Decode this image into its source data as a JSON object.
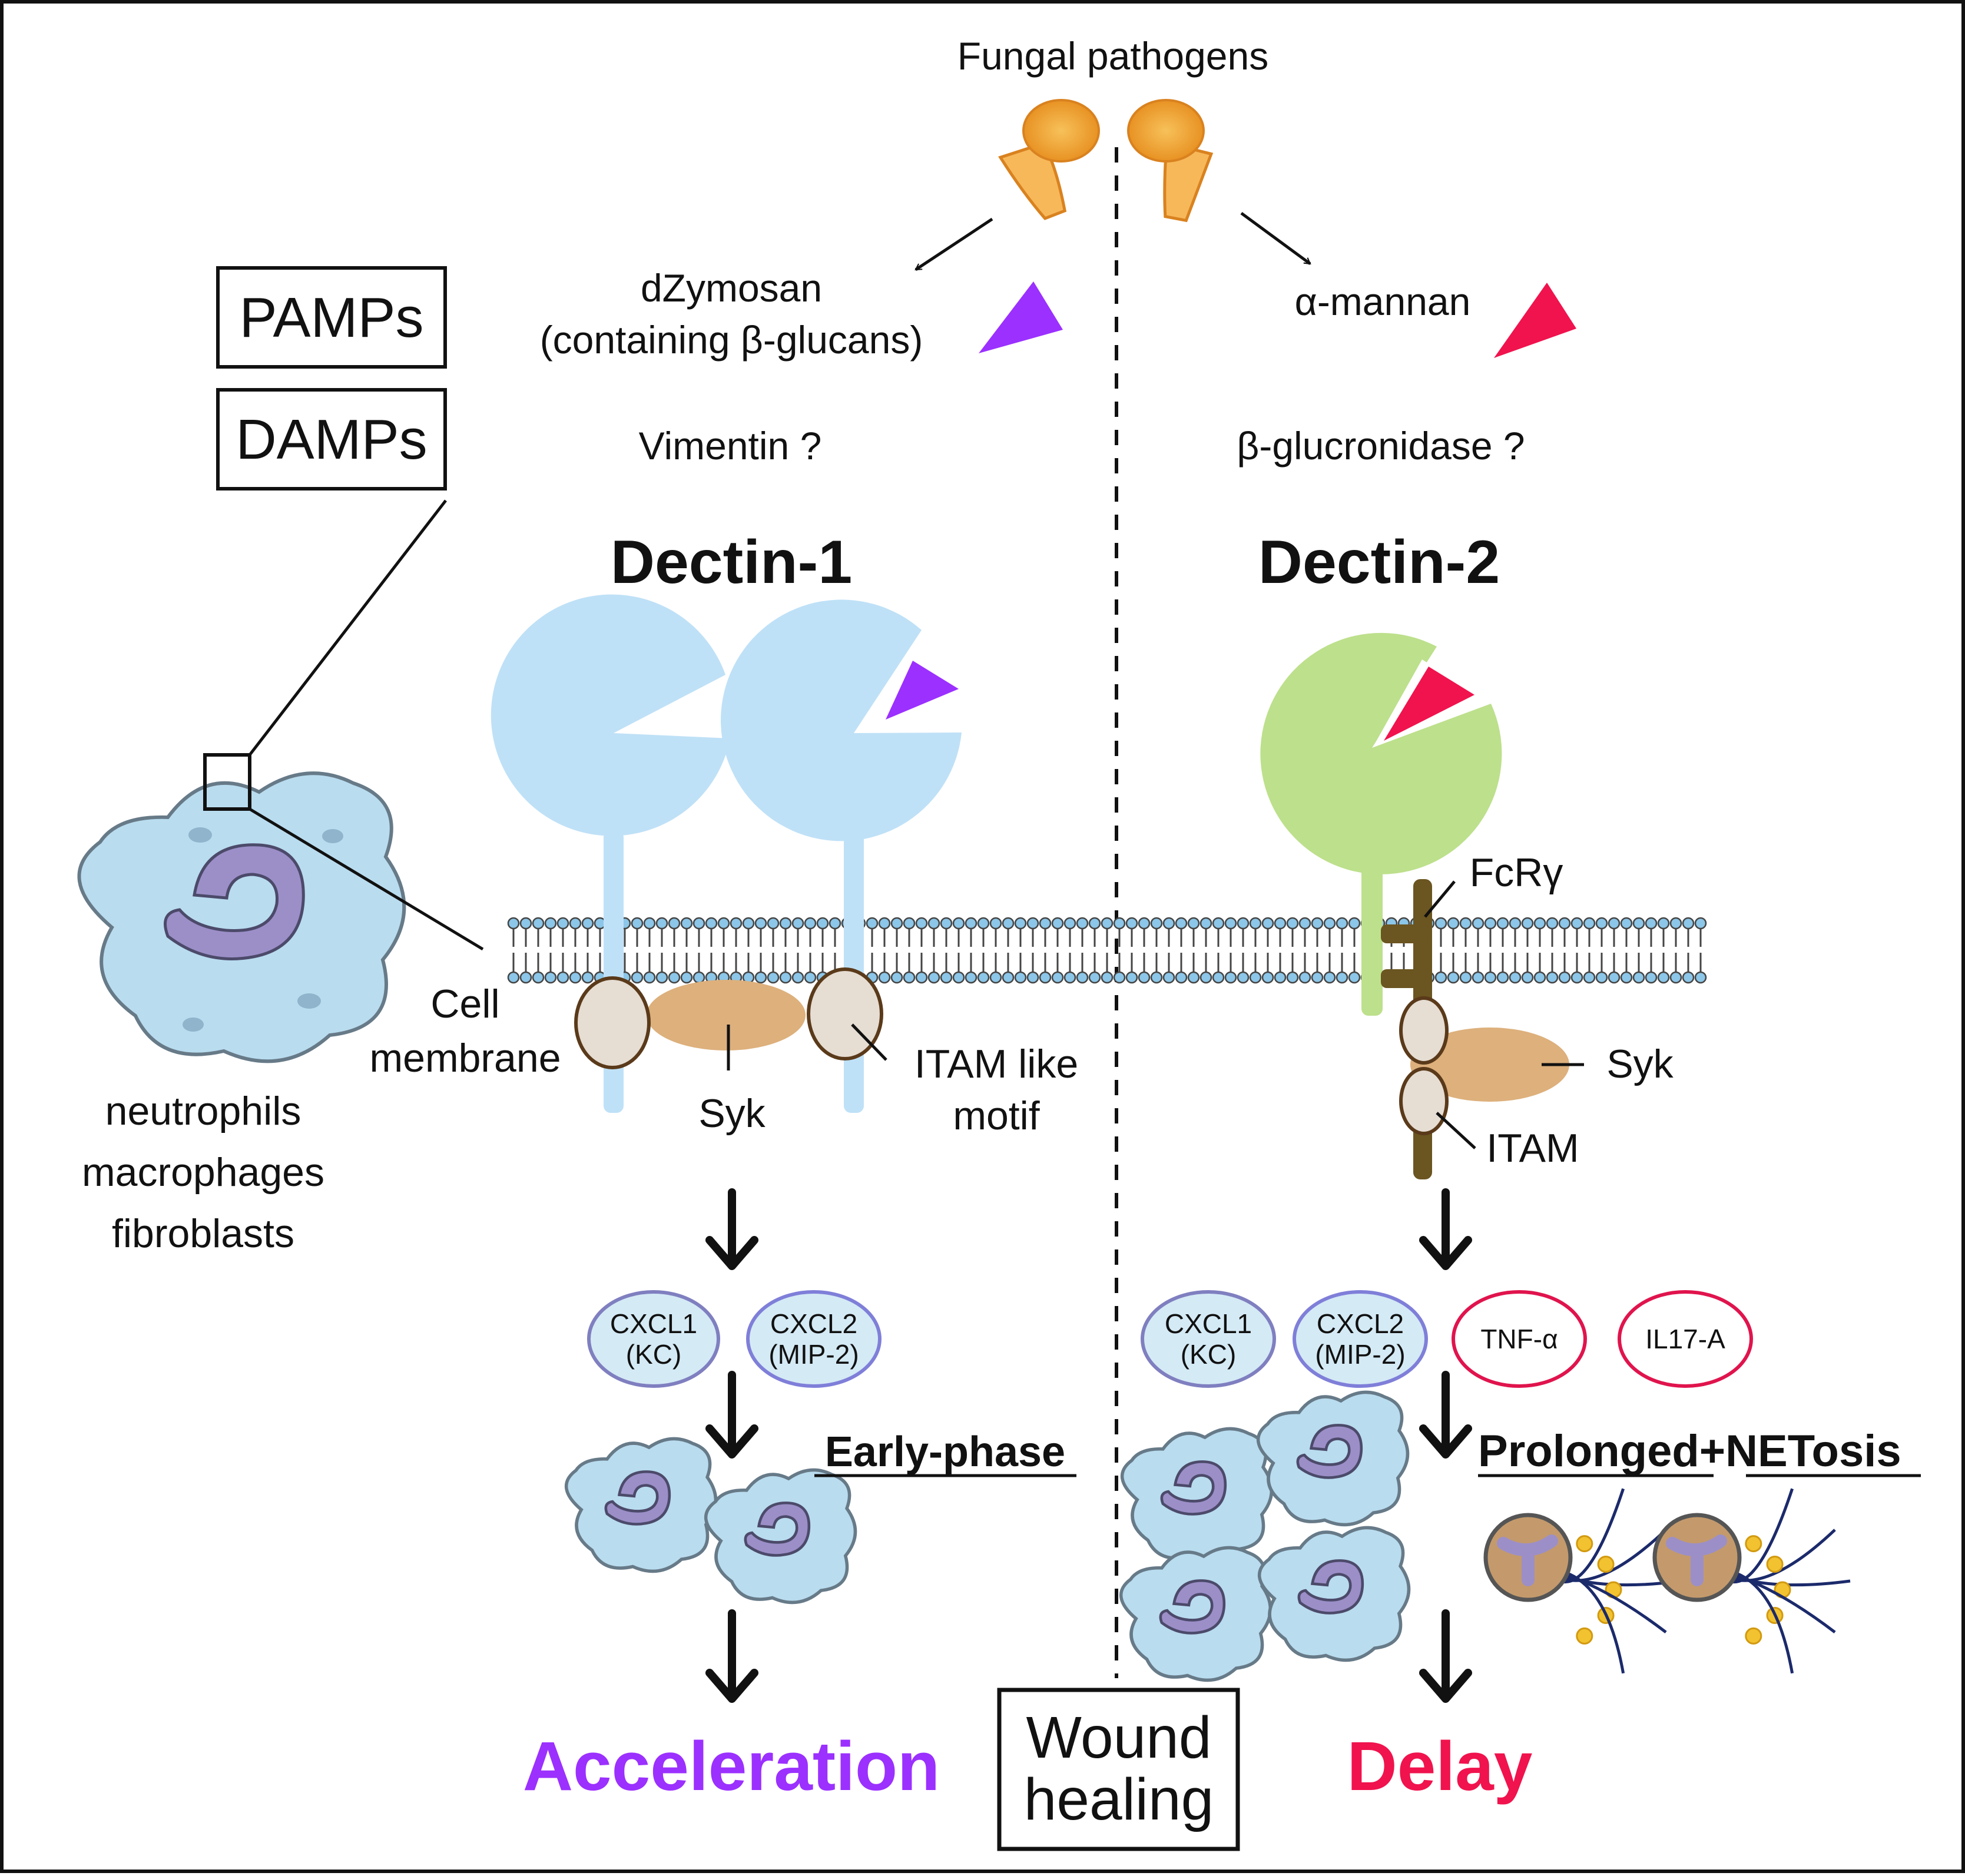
{
  "title": "Fungal pathogens",
  "labels": {
    "pamps": "PAMPs",
    "damps": "DAMPs",
    "cell_types": [
      "neutrophils",
      "macrophages",
      "fibroblasts"
    ],
    "cell_membrane": [
      "Cell",
      "membrane"
    ],
    "wound_healing": [
      "Wound",
      "healing"
    ]
  },
  "dectin1": {
    "ligand": [
      "dZymosan",
      "(containing β-glucans)"
    ],
    "candidate": "Vimentin ?",
    "receptor": "Dectin-1",
    "syk": "Syk",
    "motif": [
      "ITAM like",
      "motif"
    ],
    "chemokines": [
      {
        "line1": "CXCL1",
        "line2": "(KC)"
      },
      {
        "line1": "CXCL2",
        "line2": "(MIP-2)"
      }
    ],
    "phase": "Early-phase",
    "outcome": "Acceleration"
  },
  "dectin2": {
    "ligand": "α-mannan",
    "candidate": "β-glucronidase ?",
    "receptor": "Dectin-2",
    "adaptor": "FcRγ",
    "syk": "Syk",
    "motif": "ITAM",
    "chemokines": [
      {
        "line1": "CXCL1",
        "line2": "(KC)"
      },
      {
        "line1": "CXCL2",
        "line2": "(MIP-2)"
      },
      {
        "line1": "TNF-α",
        "line2": ""
      },
      {
        "line1": "IL17-A",
        "line2": ""
      }
    ],
    "phase_a": "Prolonged",
    "phase_plus": "+",
    "phase_b": "NETosis",
    "outcome": "Delay"
  },
  "colors": {
    "dectin1": "#bfe1f7",
    "dectin2": "#bde08c",
    "beta_glucan": "#9b30ff",
    "alpha_mannan": "#f0134d",
    "acceleration": "#9b30ff",
    "delay": "#f0134d",
    "syk": "#ddb07c",
    "itam": "#e6ddd3",
    "fcr_gamma": "#6b5520",
    "cell_fill": "#b9dcef",
    "nucleus": "#9c8fc8",
    "fungus": "#f0a740"
  }
}
